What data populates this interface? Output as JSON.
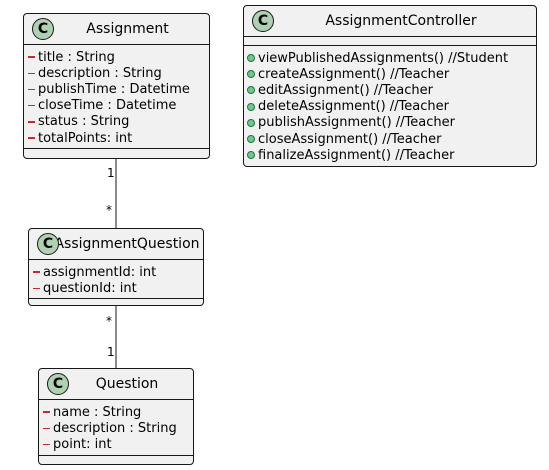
{
  "classes": {
    "assignment": {
      "icon": "C",
      "name": "Assignment",
      "attributes": [
        {
          "vis": "private",
          "text": "title : String"
        },
        {
          "vis": "private",
          "text": "description : String"
        },
        {
          "vis": "private",
          "text": "publishTime : Datetime"
        },
        {
          "vis": "private",
          "text": "closeTime : Datetime"
        },
        {
          "vis": "private",
          "text": "status : String"
        },
        {
          "vis": "private",
          "text": "totalPoints: int"
        }
      ]
    },
    "assignment_controller": {
      "icon": "C",
      "name": "AssignmentController",
      "methods": [
        {
          "vis": "public",
          "text": "viewPublishedAssignments() //Student"
        },
        {
          "vis": "public",
          "text": "createAssignment() //Teacher"
        },
        {
          "vis": "public",
          "text": "editAssignment() //Teacher"
        },
        {
          "vis": "public",
          "text": "deleteAssignment() //Teacher"
        },
        {
          "vis": "public",
          "text": "publishAssignment() //Teacher"
        },
        {
          "vis": "public",
          "text": "closeAssignment() //Teacher"
        },
        {
          "vis": "public",
          "text": "finalizeAssignment() //Teacher"
        }
      ]
    },
    "assignment_question": {
      "icon": "C",
      "name": "AssignmentQuestion",
      "attributes": [
        {
          "vis": "private",
          "text": "assignmentId: int"
        },
        {
          "vis": "private",
          "text": "questionId: int"
        }
      ]
    },
    "question": {
      "icon": "C",
      "name": "Question",
      "attributes": [
        {
          "vis": "private",
          "text": "name : String"
        },
        {
          "vis": "private",
          "text": "description : String"
        },
        {
          "vis": "private",
          "text": "point: int"
        }
      ]
    }
  },
  "associations": {
    "assignment_to_assignment_question": {
      "source_multiplicity": "1",
      "target_multiplicity": "*"
    },
    "assignment_question_to_question": {
      "source_multiplicity": "*",
      "target_multiplicity": "1"
    }
  },
  "colors": {
    "class_fill": "#f1f1f1",
    "border": "#181818",
    "class_icon": "#add1b2",
    "private_marker": "#c82930",
    "public_marker": "#84be84"
  }
}
